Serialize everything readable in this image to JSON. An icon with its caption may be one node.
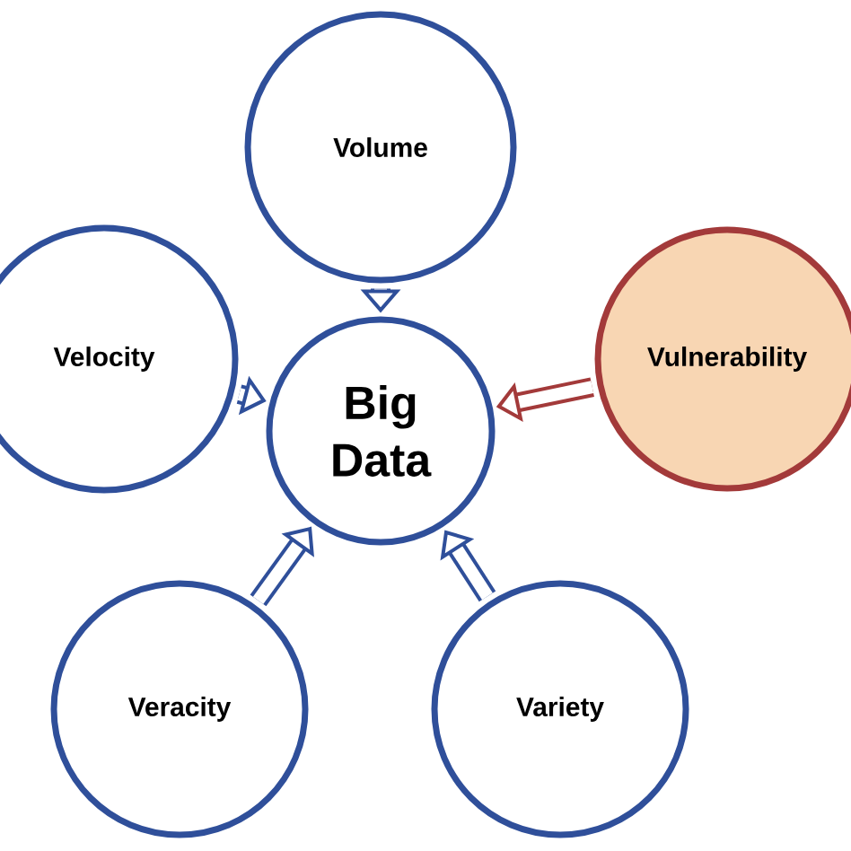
{
  "diagram": {
    "nodes": [
      {
        "text": [
          "Big Data"
        ]
      },
      {
        "text": [
          "Volume"
        ]
      },
      {
        "text": [
          "Velocity"
        ]
      },
      {
        "text": [
          "Vulnerability"
        ]
      },
      {
        "text": [
          "Veracity"
        ]
      },
      {
        "text": [
          "Variety"
        ]
      }
    ],
    "edges": [
      {
        "from": 1,
        "to": 0,
        "arrow": "to"
      },
      {
        "from": 2,
        "to": 0,
        "arrow": "to"
      },
      {
        "from": 3,
        "to": 0,
        "arrow": "to",
        "color": "#a33a3a"
      },
      {
        "from": 4,
        "to": 0,
        "arrow": "to"
      },
      {
        "from": 5,
        "to": 0,
        "arrow": "to"
      }
    ]
  }
}
